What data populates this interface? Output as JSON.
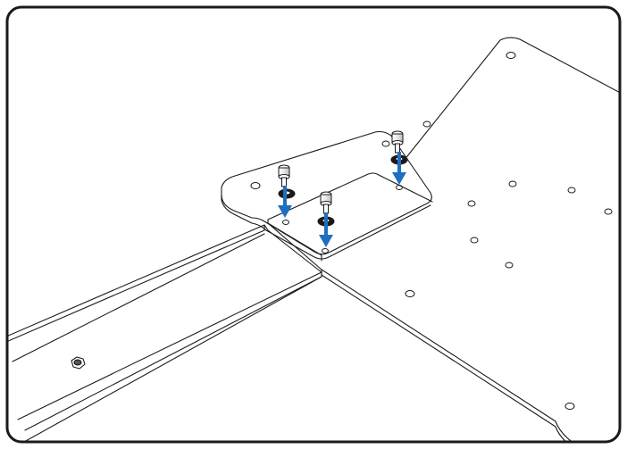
{
  "diagram": {
    "type": "assembly-illustration",
    "frame": {
      "border_color": "#1a1a1a",
      "background": "#ffffff"
    },
    "line_color": "#1a1a1a",
    "arrow_color": "#1f6fc0",
    "parts": {
      "large_plate": {
        "hole_count": 13
      },
      "bracket_plate": {
        "hole_count": 3
      },
      "long_bar": {
        "nut_count": 1
      },
      "screw_assemblies": {
        "count": 3,
        "components": [
          "screw-icon",
          "washer-icon",
          "arrow-down-icon"
        ]
      }
    }
  }
}
